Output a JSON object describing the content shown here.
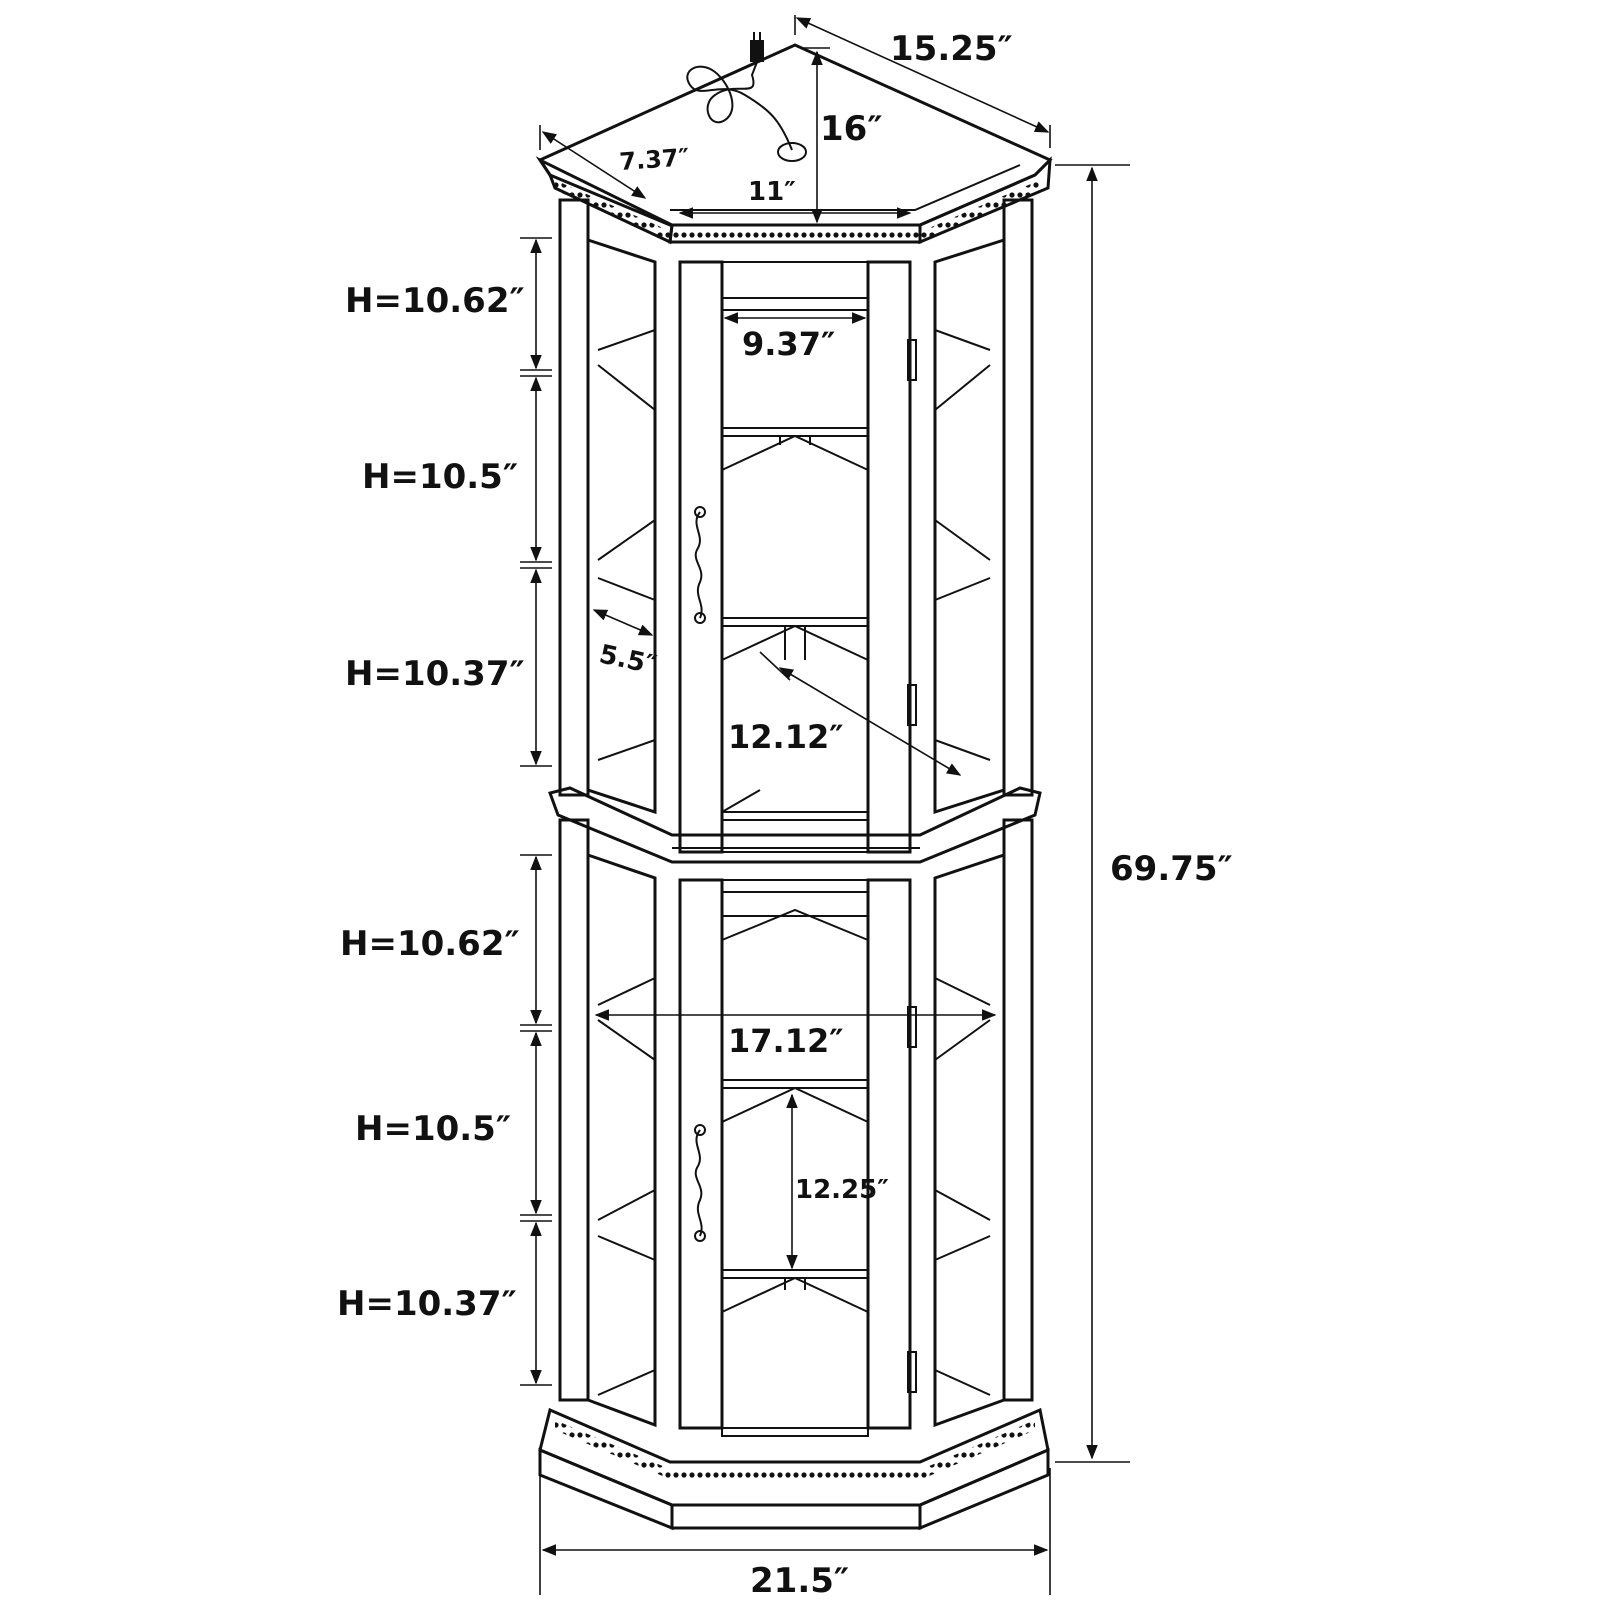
{
  "dimensions": {
    "top_back_width": "15.25″",
    "top_depth": "16″",
    "top_side": "7.37″",
    "top_front": "11″",
    "upper_shelf_heights": [
      "H=10.62″",
      "H=10.5″",
      "H=10.37″"
    ],
    "lower_shelf_heights": [
      "H=10.62″",
      "H=10.5″",
      "H=10.37″"
    ],
    "inner_front_width": "9.37″",
    "side_glass_depth": "5.5″",
    "inner_diagonal": "12.12″",
    "inner_width": "17.12″",
    "shelf_depth": "12.25″",
    "total_height": "69.75″",
    "base_width": "21.5″"
  },
  "colors": {
    "line": "#111111",
    "background": "#ffffff"
  },
  "icons": [
    "power-cord-icon",
    "door-handle-icon",
    "hinge-icon"
  ]
}
